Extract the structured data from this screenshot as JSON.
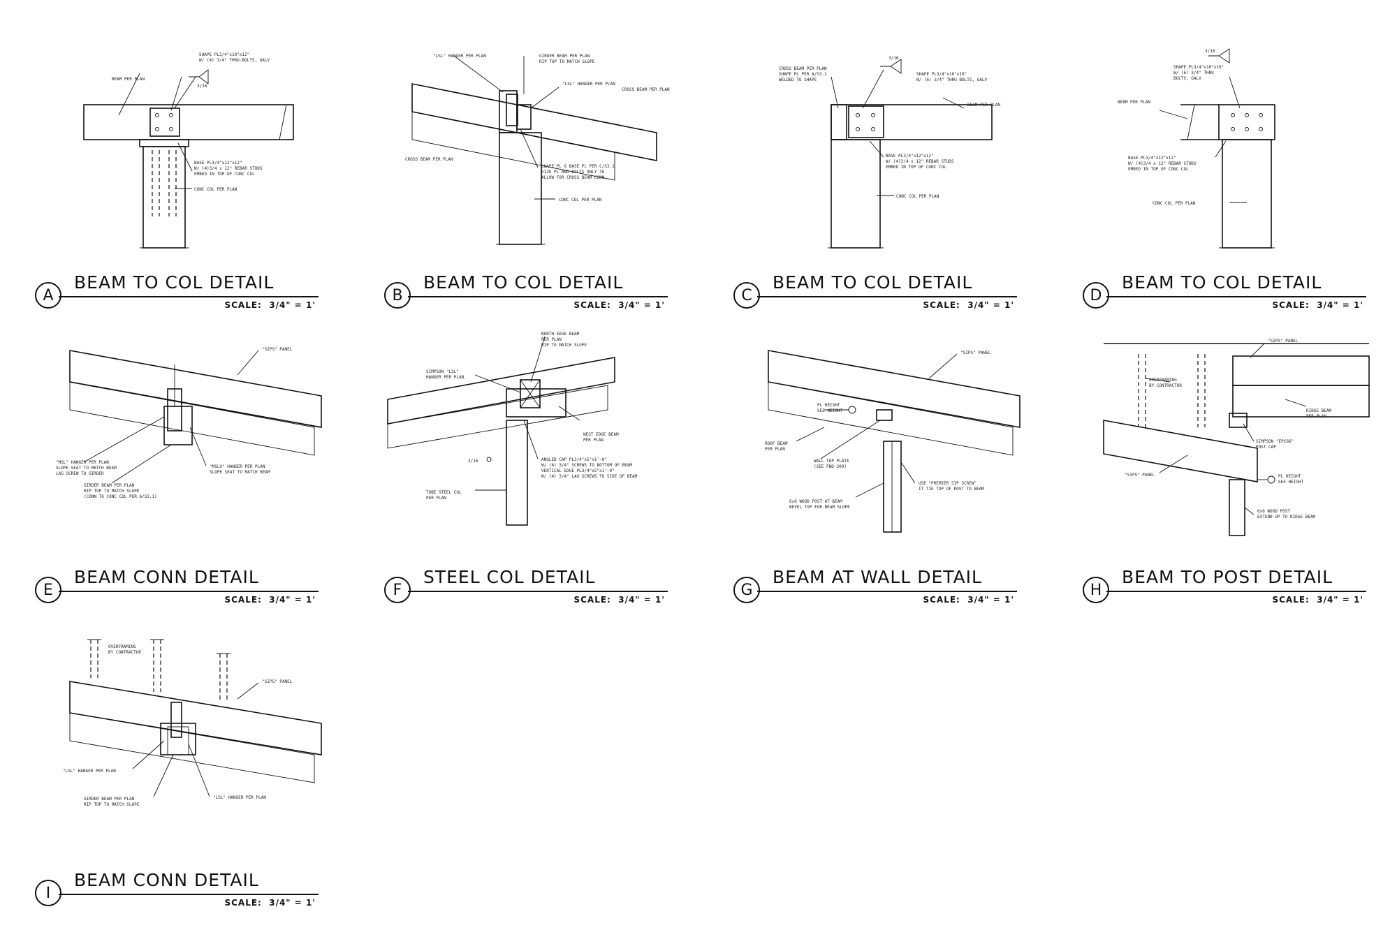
{
  "scale_label": "SCALE:",
  "details": [
    {
      "letter": "A",
      "title": "BEAM TO COL DETAIL",
      "scale": "3/4\" = 1'",
      "notes": [
        "BEAM PER PLAN",
        "SHAPE PL3/4\"x10\"x12\"",
        "W/ (4) 3/4\" THRU-BOLTS, GALV",
        "3/16",
        "BASE PL3/4\"x12\"x12\"",
        "W/ (4)3/4 x 12\" REBAR STUDS",
        "EMBED IN TOP OF CONC COL",
        "CONC COL PER PLAN"
      ]
    },
    {
      "letter": "B",
      "title": "BEAM TO COL DETAIL",
      "scale": "3/4\" = 1'",
      "notes": [
        "\"LSL\" HANGER PER PLAN",
        "GIRDER BEAM PER PLAN",
        "RIP TOP TO MATCH SLOPE",
        "\"LSL\" HANGER PER PLAN",
        "CROSS BEAM PER PLAN",
        "CROSS BEAM PER PLAN",
        "SHAPE PL & BASE PL PER C/S3.1",
        "SIZE PL AND BOLTS ONLY TO",
        "ALLOW FOR CROSS BEAM CONN",
        "CONC COL PER PLAN"
      ]
    },
    {
      "letter": "C",
      "title": "BEAM TO COL DETAIL",
      "scale": "3/4\" = 1'",
      "notes": [
        "CROSS BEAM PER PLAN",
        "SHAPE PL PER A/S3.1",
        "WELDED TO SHAPE",
        "3/16",
        "SHAPE PL3/4\"x10\"x10\"",
        "W/ (6) 3/4\" THRU-BOLTS, GALV",
        "BEAM PER PLAN",
        "BASE PL3/4\"x12\"x12\"",
        "W/ (4)3/4 x 12\" REBAR STUDS",
        "EMBED IN TOP OF CONC COL",
        "CONC COL PER PLAN"
      ]
    },
    {
      "letter": "D",
      "title": "BEAM TO COL DETAIL",
      "scale": "3/4\" = 1'",
      "notes": [
        "3/16",
        "SHAPE PL3/4\"x10\"x10\"",
        "W/ (6) 3/4\" THRU",
        "BOLTS, GALV",
        "BEAM PER PLAN",
        "BASE PL3/4\"x12\"x12\"",
        "W/ (4)3/4 x 12\" REBAR STUDS",
        "EMBED IN TOP OF CONC COL",
        "CONC COL PER PLAN"
      ]
    },
    {
      "letter": "E",
      "title": "BEAM CONN DETAIL",
      "scale": "3/4\" = 1'",
      "notes": [
        "\"SIPS\" PANEL",
        "\"MSL\" HANGER PER PLAN",
        "SLOPE SEAT TO MATCH BEAM",
        "LAG SCREW TO GIRDER",
        "GIRDER BEAM PER PLAN",
        "RIP TOP TO MATCH SLOPE",
        "(CONN TO CONC COL PER A/S3.1)",
        "\"MSLX\" HANGER PER PLAN",
        "SLOPE SEAT TO MATCH BEAM"
      ]
    },
    {
      "letter": "F",
      "title": "STEEL COL DETAIL",
      "scale": "3/4\" = 1'",
      "notes": [
        "NORTH EDGE BEAM",
        "PER PLAN",
        "RIP TO MATCH SLOPE",
        "SIMPSON \"LSL\"",
        "HANGER PER PLAN",
        "WEST EDGE BEAM",
        "PER PLAN",
        "3/16",
        "ANGLED CAP PL3/4\"x5\"x1'-0\"",
        "W/ (6) 3/4\" SCREWS TO BOTTOM OF BEAM",
        "VERTICAL EDGE PL3/4\"x5\"x1'-0\"",
        "W/ (4) 3/4\" LAG SCREWS TO SIDE OF BEAM",
        "TUBE STEEL COL",
        "PER PLAN"
      ]
    },
    {
      "letter": "G",
      "title": "BEAM AT WALL DETAIL",
      "scale": "3/4\" = 1'",
      "notes": [
        "\"SIPS\" PANEL",
        "PL HEIGHT",
        "SEE HEIGHT",
        "ROOF BEAM",
        "PER PLAN",
        "WALL TOP PLATE",
        "(SEE FND-300)",
        "6x6 WOOD POST AT BEAM",
        "BEVEL TOP FOR BEAM SLOPE",
        "USE \"PREMIER SIP SCREW\"",
        "IT TIE TOP OF POST TO BEAM"
      ]
    },
    {
      "letter": "H",
      "title": "BEAM TO POST DETAIL",
      "scale": "3/4\" = 1'",
      "notes": [
        "\"SIPS\" PANEL",
        "OVERFRAMING",
        "BY CONTRACTOR",
        "RIDGE BEAM",
        "PER PLAN",
        "SIMPSON \"EPC66\"",
        "POST CAP",
        "\"SIPS\" PANEL",
        "PL HEIGHT",
        "SEE HEIGHT",
        "6x6 WOOD POST",
        "EXTEND UP TO RIDGE BEAM"
      ]
    },
    {
      "letter": "I",
      "title": "BEAM CONN DETAIL",
      "scale": "3/4\" = 1'",
      "notes": [
        "OVERFRAMING",
        "BY CONTRACTOR",
        "\"SIPS\" PANEL",
        "\"LSL\" HANGER PER PLAN",
        "GIRDER BEAM PER PLAN",
        "RIP TOP TO MATCH SLOPE",
        "\"LSL\" HANGER PER PLAN"
      ]
    }
  ]
}
